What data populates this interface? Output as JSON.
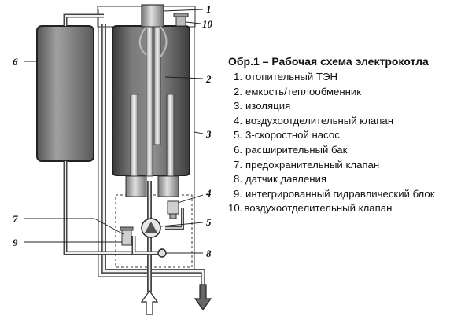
{
  "legend": {
    "title": "Обр.1 – Рабочая схема электрокотла",
    "items": [
      {
        "num": "1.",
        "text": "отопительный ТЭН"
      },
      {
        "num": "2.",
        "text": "емкость/теплообменник"
      },
      {
        "num": "3.",
        "text": "изоляция"
      },
      {
        "num": "4.",
        "text": "воздухоотделительный клапан"
      },
      {
        "num": "5.",
        "text": "3-скоростной насос"
      },
      {
        "num": "6.",
        "text": "расширительный бак"
      },
      {
        "num": "7.",
        "text": "предохранительный клапан"
      },
      {
        "num": "8.",
        "text": "датчик давления"
      },
      {
        "num": "9.",
        "text": "интегрированный гидравлический блок"
      },
      {
        "num": "10.",
        "text": "воздухоотделительный клапан"
      }
    ]
  },
  "callouts": {
    "c1": "1",
    "c2": "2",
    "c3": "3",
    "c4": "4",
    "c5": "5",
    "c6": "6",
    "c7": "7",
    "c8": "8",
    "c9": "9",
    "c10": "10"
  }
}
